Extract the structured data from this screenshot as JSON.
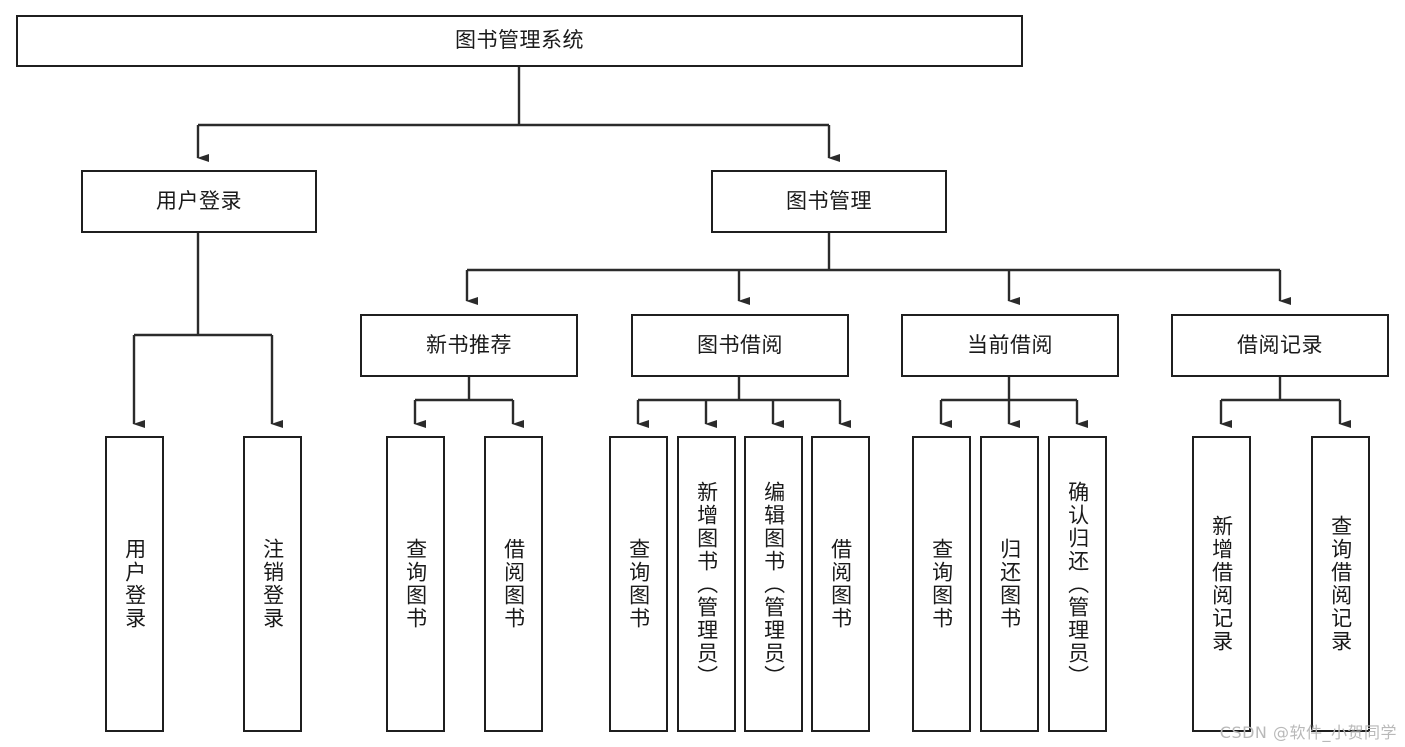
{
  "diagram": {
    "title": "图书管理系统",
    "type": "hierarchy-tree",
    "root": {
      "label": "图书管理系统"
    },
    "level2": [
      {
        "label": "用户登录"
      },
      {
        "label": "图书管理"
      }
    ],
    "level3": [
      {
        "label": "新书推荐"
      },
      {
        "label": "图书借阅"
      },
      {
        "label": "当前借阅"
      },
      {
        "label": "借阅记录"
      }
    ],
    "leaves": {
      "user_login": [
        {
          "label": "用户登录"
        },
        {
          "label": "注销登录"
        }
      ],
      "new_book_recommend": [
        {
          "label": "查询图书"
        },
        {
          "label": "借阅图书"
        }
      ],
      "book_borrow": [
        {
          "label": "查询图书"
        },
        {
          "label": "新增图书（管理员）"
        },
        {
          "label": "编辑图书（管理员）"
        },
        {
          "label": "借阅图书"
        }
      ],
      "current_borrow": [
        {
          "label": "查询图书"
        },
        {
          "label": "归还图书"
        },
        {
          "label": "确认归还（管理员）"
        }
      ],
      "borrow_record": [
        {
          "label": "新增借阅记录"
        },
        {
          "label": "查询借阅记录"
        }
      ]
    }
  },
  "watermark": {
    "text": "CSDN @软件_小贺同学"
  },
  "colors": {
    "stroke": "#1f1f1f",
    "background": "#ffffff",
    "text": "#1a1a1a",
    "watermark": "#b9b9b9"
  }
}
